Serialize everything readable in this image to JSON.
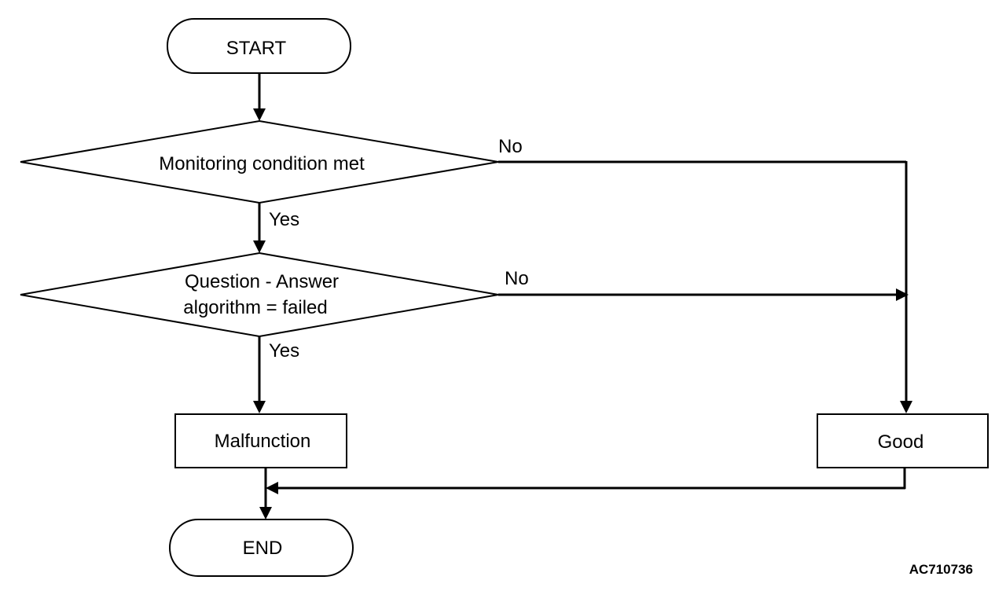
{
  "nodes": {
    "start": "START",
    "decision_monitoring": "Monitoring condition met",
    "decision_qa_line1": "Question - Answer",
    "decision_qa_line2": "algorithm = failed",
    "malfunction": "Malfunction",
    "good": "Good",
    "end": "END"
  },
  "edges": {
    "monitoring_yes": "Yes",
    "monitoring_no": "No",
    "qa_yes": "Yes",
    "qa_no": "No"
  },
  "figure_id": "AC710736"
}
